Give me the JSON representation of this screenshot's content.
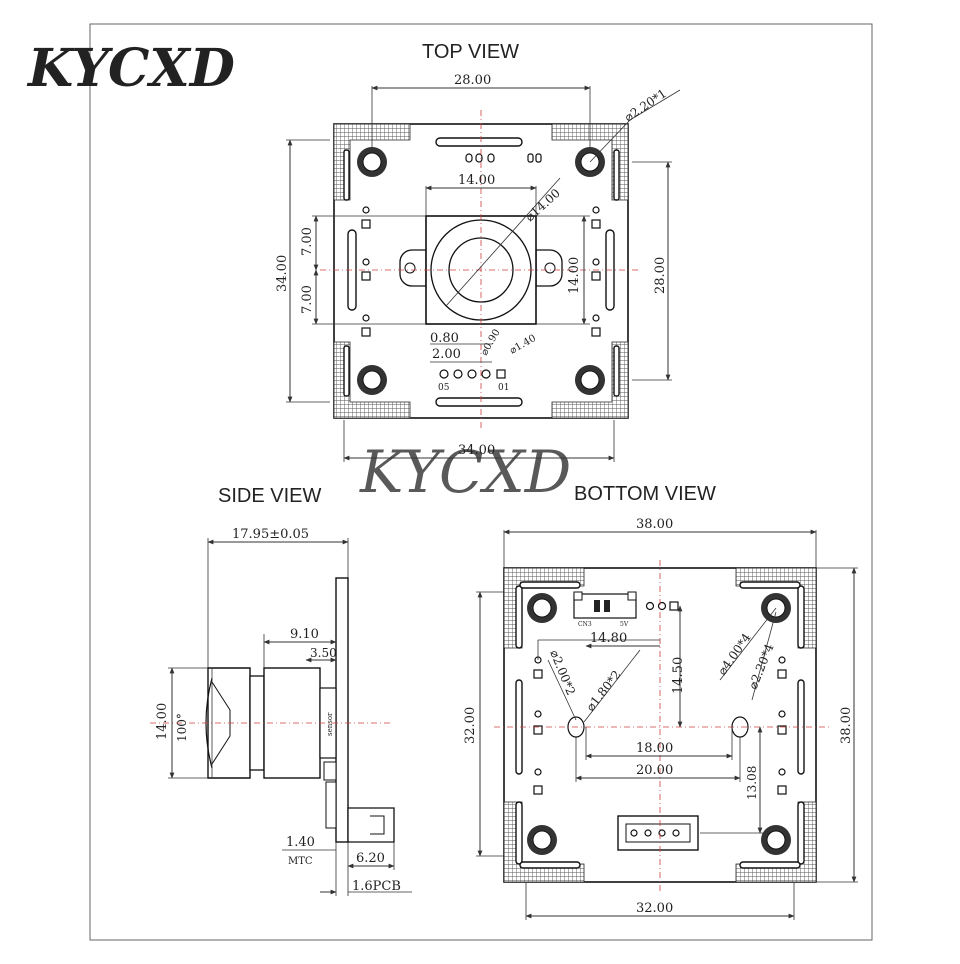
{
  "brand": {
    "logo_text": "KYCXD",
    "watermark_text": "KYCXD"
  },
  "top_view": {
    "title": "TOP VIEW",
    "dims": {
      "width_top": "28.00",
      "hole_dia": "⌀2.20*1",
      "lens_width": "14.00",
      "lens_dia": "⌀14.00",
      "height_left": "34.00",
      "upper_half": "7.00",
      "lower_half": "7.00",
      "lens_height": "14.00",
      "height_right": "28.00",
      "pin_080": "0.80",
      "pin_200": "2.00",
      "pin_090": "⌀0.90",
      "pin_140": "⌀1.40",
      "width_bottom": "34.00"
    },
    "pin_labels": {
      "first": "05",
      "last": "01"
    }
  },
  "side_view": {
    "title": "SIDE VIEW",
    "dims": {
      "overall": "17.95±0.05",
      "body": "9.10",
      "flange": "3.50",
      "lens_h": "14.00",
      "angle": "100°",
      "pcb_gap": "1.40",
      "connector": "6.20",
      "pcb": "1.6PCB"
    },
    "part_label": "sensor",
    "mtc_label": "MTC"
  },
  "bottom_view": {
    "title": "BOTTOM  VIEW",
    "dims": {
      "width_top": "38.00",
      "hole_spacing": "14.80",
      "depth": "14.50",
      "hole_a": "⌀2.00*2",
      "hole_b": "⌀1.80*2",
      "hole_c": "⌀4.00*4",
      "hole_d": "⌀2.20*4",
      "height_left": "32.00",
      "height_right": "38.00",
      "span_1800": "18.00",
      "span_2000": "20.00",
      "offset": "13.08",
      "width_bottom": "32.00"
    },
    "chip_labels": {
      "left": "CN3",
      "right": "5V"
    }
  }
}
